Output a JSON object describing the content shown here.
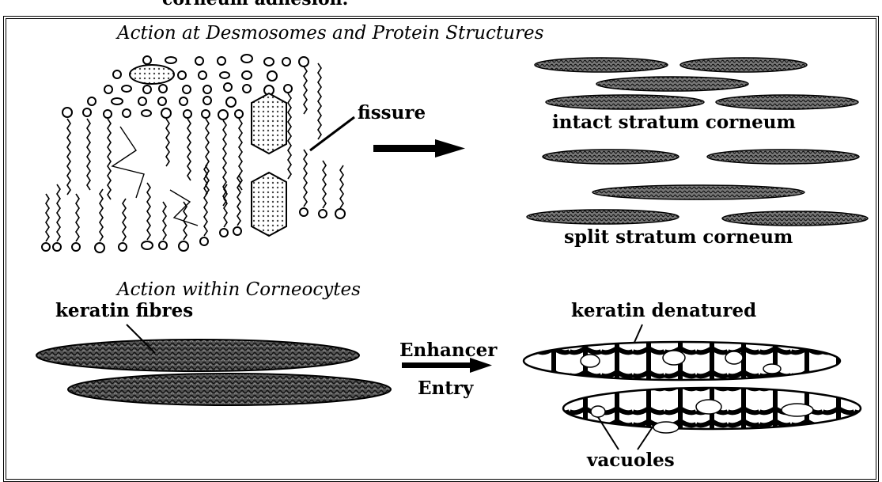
{
  "caption_fragment": "corneum adhesion.",
  "titles": {
    "top": "Action at Desmosomes and Protein Structures",
    "bottom": "Action within Corneocytes"
  },
  "labels": {
    "fissure": "fissure",
    "intact": "intact stratum corneum",
    "split": "split stratum corneum",
    "keratin_fibres": "keratin fibres",
    "enhancer": "Enhancer",
    "entry": "Entry",
    "keratin_denatured": "keratin denatured",
    "vacuoles": "vacuoles"
  }
}
